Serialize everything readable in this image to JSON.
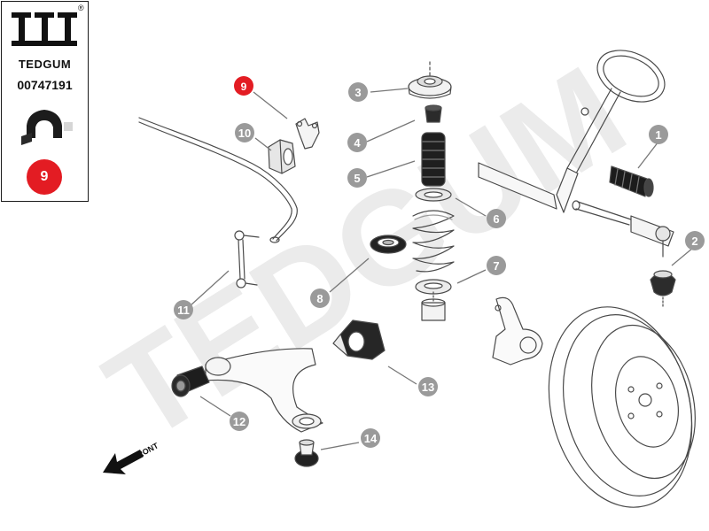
{
  "brand": {
    "name": "TEDGUM",
    "registered": "®",
    "part_number": "00747191",
    "selected_callout": "9"
  },
  "watermark": "TEDGUM",
  "front_label": "FRONT",
  "callouts": [
    {
      "id": "1"
    },
    {
      "id": "2"
    },
    {
      "id": "3"
    },
    {
      "id": "4"
    },
    {
      "id": "5"
    },
    {
      "id": "6"
    },
    {
      "id": "7"
    },
    {
      "id": "8"
    },
    {
      "id": "9"
    },
    {
      "id": "10"
    },
    {
      "id": "11"
    },
    {
      "id": "12"
    },
    {
      "id": "13"
    },
    {
      "id": "14"
    }
  ],
  "colors": {
    "highlight": "#e31c23",
    "callout": "#9a9a9a",
    "watermark": "#e9e9e9",
    "line": "#555555"
  }
}
